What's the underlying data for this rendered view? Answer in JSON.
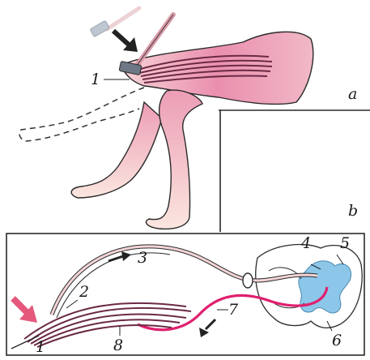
{
  "panel_a": {
    "label": "a",
    "callouts": [
      "1"
    ]
  },
  "panel_b": {
    "label": "b",
    "callouts": [
      "1",
      "2",
      "3",
      "4",
      "5",
      "6",
      "7",
      "8"
    ]
  },
  "colors": {
    "skin": "#f2c2c8",
    "skin_deep": "#dc6f98",
    "muscle": "#6b2a45",
    "spinal_cord": "#8cc7ea",
    "motor_nerve": "#e0206e",
    "arrow_dark": "#222222",
    "arrow_pink": "#e4587c",
    "hammer": "#8e9aa8",
    "outline": "#2a2a2a"
  },
  "icons": [
    "reflex-hammer-icon",
    "strike-arrow-icon",
    "signal-arrow-icon"
  ]
}
